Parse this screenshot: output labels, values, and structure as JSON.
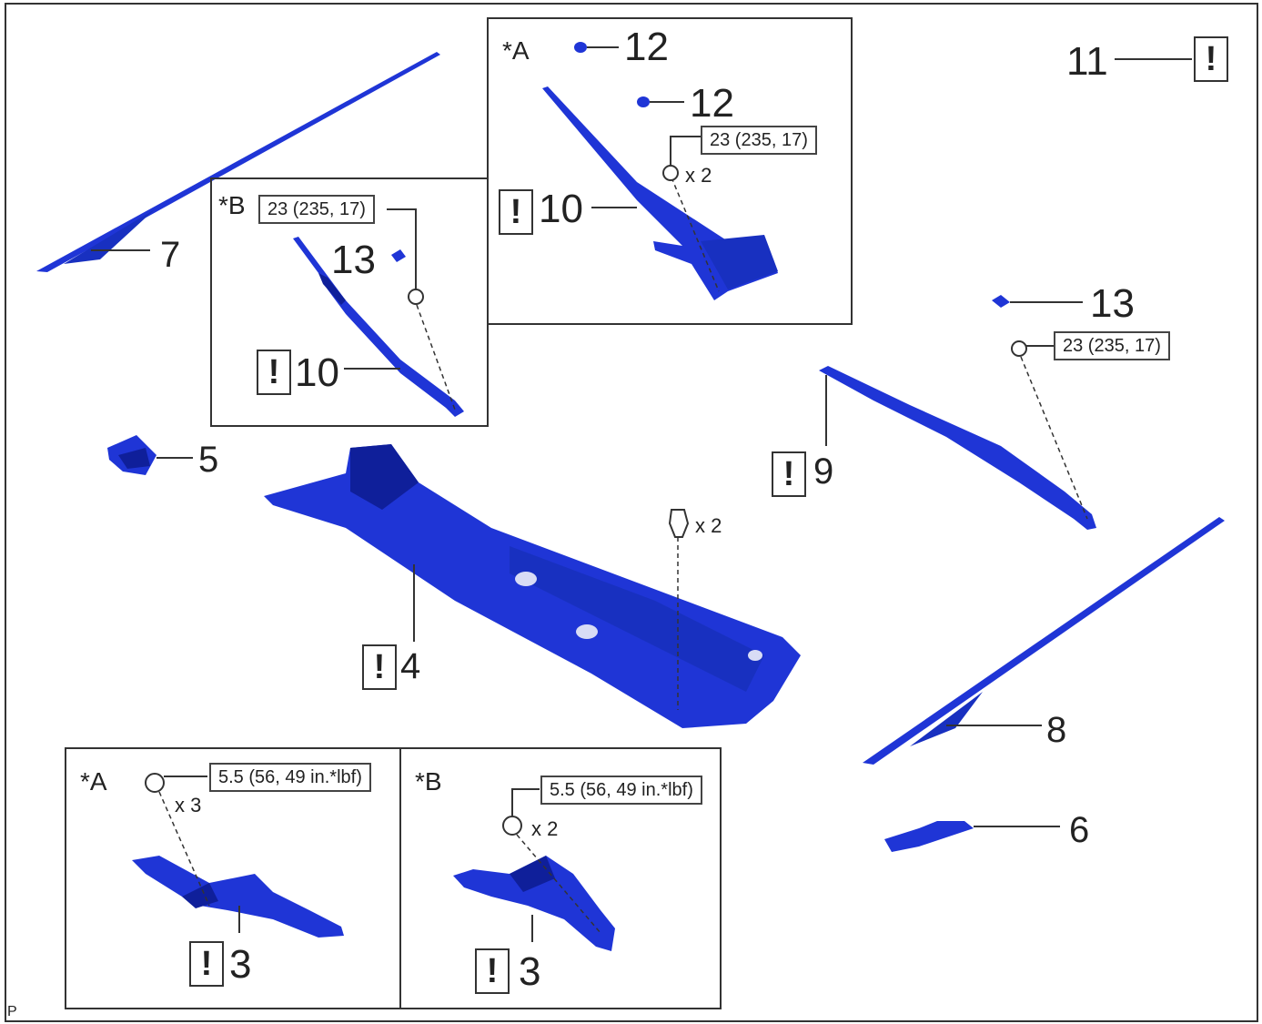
{
  "colors": {
    "part": "#1f35d6",
    "part_dark": "#0f1f9a",
    "line": "#333333"
  },
  "labels": {
    "n7": "7",
    "n5": "5",
    "n4": "4",
    "n3a": "3",
    "n3b": "3",
    "n6": "6",
    "n8": "8",
    "n9": "9",
    "n10a": "10",
    "n10b": "10",
    "n11": "11",
    "n12a": "12",
    "n12b": "12",
    "n13a": "13",
    "n13b": "13",
    "tagA_top": "*A",
    "tagB_top": "*B",
    "tagA_bot": "*A",
    "tagB_bot": "*B",
    "corner": "P"
  },
  "torque": {
    "t_a_top": "23 (235, 17)",
    "t_b_top": "23 (235, 17)",
    "t_right": "23 (235, 17)",
    "t_a_bot": "5.5 (56, 49 in.*lbf)",
    "t_b_bot": "5.5 (56, 49 in.*lbf)"
  },
  "qty": {
    "q_a_top": "x 2",
    "q_clip": "x 2",
    "q_a_bot": "x 3",
    "q_b_bot": "x 2"
  },
  "warn_symbol": "!"
}
